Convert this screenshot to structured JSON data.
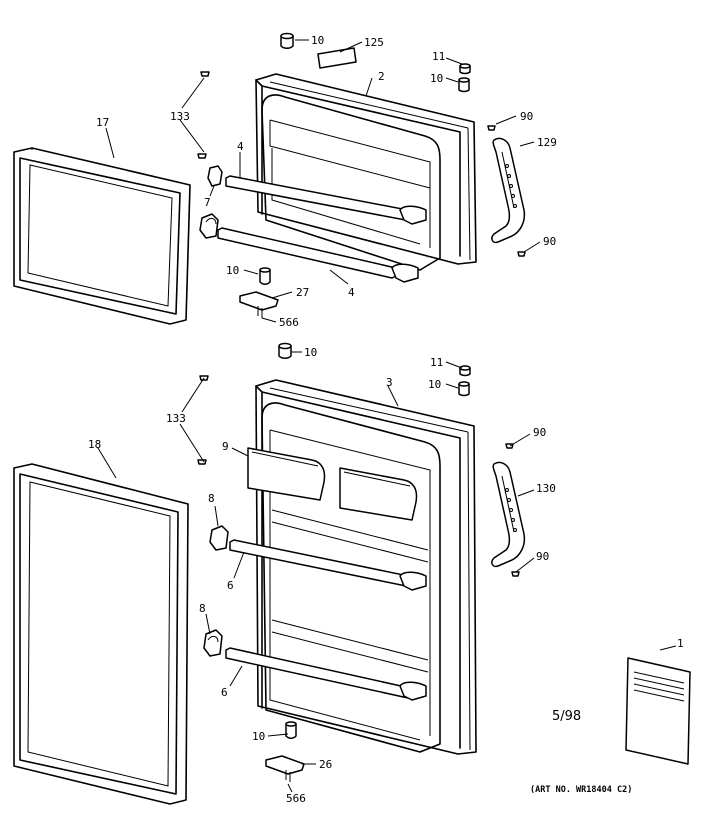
{
  "callouts": [
    {
      "id": "c-10-top",
      "text": "10"
    },
    {
      "id": "c-125",
      "text": "125"
    },
    {
      "id": "c-11-top",
      "text": "11"
    },
    {
      "id": "c-10-topright",
      "text": "10"
    },
    {
      "id": "c-2",
      "text": "2"
    },
    {
      "id": "c-133-top",
      "text": "133"
    },
    {
      "id": "c-17",
      "text": "17"
    },
    {
      "id": "c-4-a",
      "text": "4"
    },
    {
      "id": "c-7",
      "text": "7"
    },
    {
      "id": "c-90-a",
      "text": "90"
    },
    {
      "id": "c-129",
      "text": "129"
    },
    {
      "id": "c-90-b",
      "text": "90"
    },
    {
      "id": "c-10-mid",
      "text": "10"
    },
    {
      "id": "c-4-b",
      "text": "4"
    },
    {
      "id": "c-27",
      "text": "27"
    },
    {
      "id": "c-566-top",
      "text": "566"
    },
    {
      "id": "c-10-center",
      "text": "10"
    },
    {
      "id": "c-11-bot",
      "text": "11"
    },
    {
      "id": "c-10-botright",
      "text": "10"
    },
    {
      "id": "c-3",
      "text": "3"
    },
    {
      "id": "c-133-bot",
      "text": "133"
    },
    {
      "id": "c-18",
      "text": "18"
    },
    {
      "id": "c-9",
      "text": "9"
    },
    {
      "id": "c-90-c",
      "text": "90"
    },
    {
      "id": "c-130",
      "text": "130"
    },
    {
      "id": "c-8-a",
      "text": "8"
    },
    {
      "id": "c-6-a",
      "text": "6"
    },
    {
      "id": "c-90-d",
      "text": "90"
    },
    {
      "id": "c-8-b",
      "text": "8"
    },
    {
      "id": "c-6-b",
      "text": "6"
    },
    {
      "id": "c-1",
      "text": "1"
    },
    {
      "id": "c-10-bottom",
      "text": "10"
    },
    {
      "id": "c-26",
      "text": "26"
    },
    {
      "id": "c-566-bot",
      "text": "566"
    }
  ],
  "date_note": "5/98",
  "art_number": "(ART NO. WR18404 C2)"
}
